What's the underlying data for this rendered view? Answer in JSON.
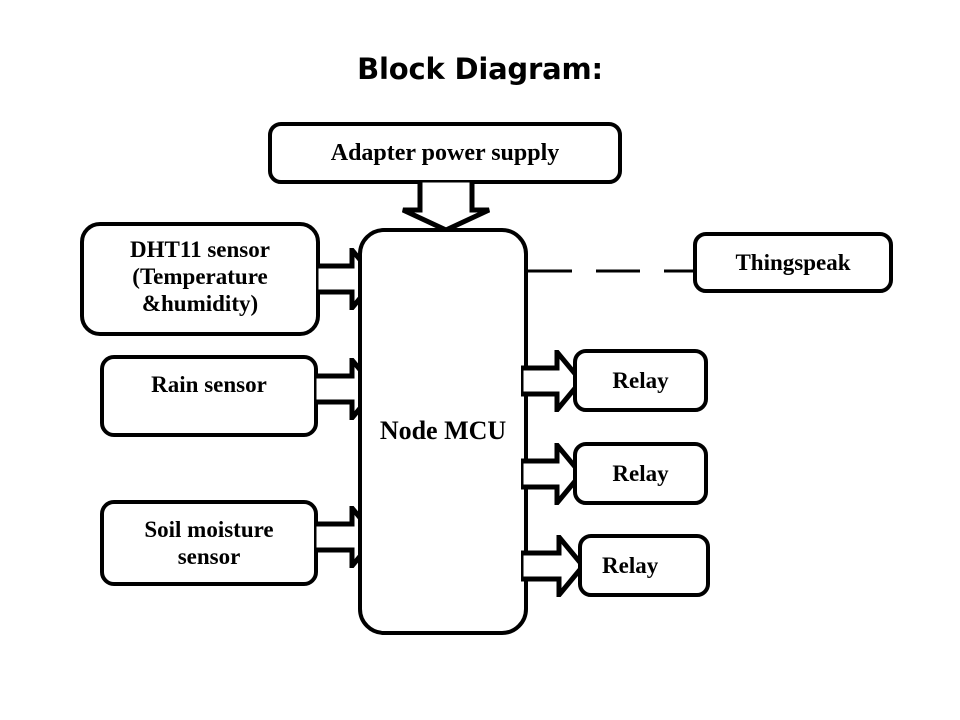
{
  "page": {
    "title": "Block Diagram:",
    "background_color": "#ffffff",
    "stroke_color": "#000000"
  },
  "diagram": {
    "type": "block-diagram",
    "blocks": [
      {
        "id": "adapter",
        "label": "Adapter  power supply",
        "role": "power-source"
      },
      {
        "id": "dht11",
        "label_lines": [
          "DHT11 sensor",
          "(Temperature",
          "&humidity)"
        ],
        "role": "input-sensor"
      },
      {
        "id": "rain",
        "label": "Rain sensor",
        "role": "input-sensor"
      },
      {
        "id": "soil",
        "label_lines": [
          "Soil moisture",
          "sensor"
        ],
        "role": "input-sensor"
      },
      {
        "id": "nodemcu",
        "label": "Node MCU",
        "role": "controller"
      },
      {
        "id": "thingspeak",
        "label": "Thingspeak",
        "role": "cloud-service"
      },
      {
        "id": "relay1",
        "label": "Relay",
        "role": "output-actuator"
      },
      {
        "id": "relay2",
        "label": "Relay",
        "role": "output-actuator"
      },
      {
        "id": "relay3",
        "label": "Relay",
        "role": "output-actuator"
      }
    ],
    "connections": [
      {
        "from": "adapter",
        "to": "nodemcu",
        "style": "block-arrow",
        "direction": "down"
      },
      {
        "from": "dht11",
        "to": "nodemcu",
        "style": "block-arrow",
        "direction": "right"
      },
      {
        "from": "rain",
        "to": "nodemcu",
        "style": "block-arrow",
        "direction": "right"
      },
      {
        "from": "soil",
        "to": "nodemcu",
        "style": "block-arrow",
        "direction": "right"
      },
      {
        "from": "nodemcu",
        "to": "relay1",
        "style": "block-arrow",
        "direction": "right"
      },
      {
        "from": "nodemcu",
        "to": "relay2",
        "style": "block-arrow",
        "direction": "right"
      },
      {
        "from": "nodemcu",
        "to": "relay3",
        "style": "block-arrow",
        "direction": "right"
      },
      {
        "from": "nodemcu",
        "to": "thingspeak",
        "style": "dashed-line",
        "direction": "right",
        "dash_segments": 3
      }
    ]
  },
  "labels": {
    "adapter": "Adapter  power supply",
    "dht11_line1": "DHT11 sensor",
    "dht11_line2": "(Temperature",
    "dht11_line3": "&humidity)",
    "rain": "Rain sensor",
    "soil_line1": "Soil moisture",
    "soil_line2": "sensor",
    "nodemcu": "Node MCU",
    "thingspeak": "Thingspeak",
    "relay1": "Relay",
    "relay2": "Relay",
    "relay3": "Relay"
  }
}
